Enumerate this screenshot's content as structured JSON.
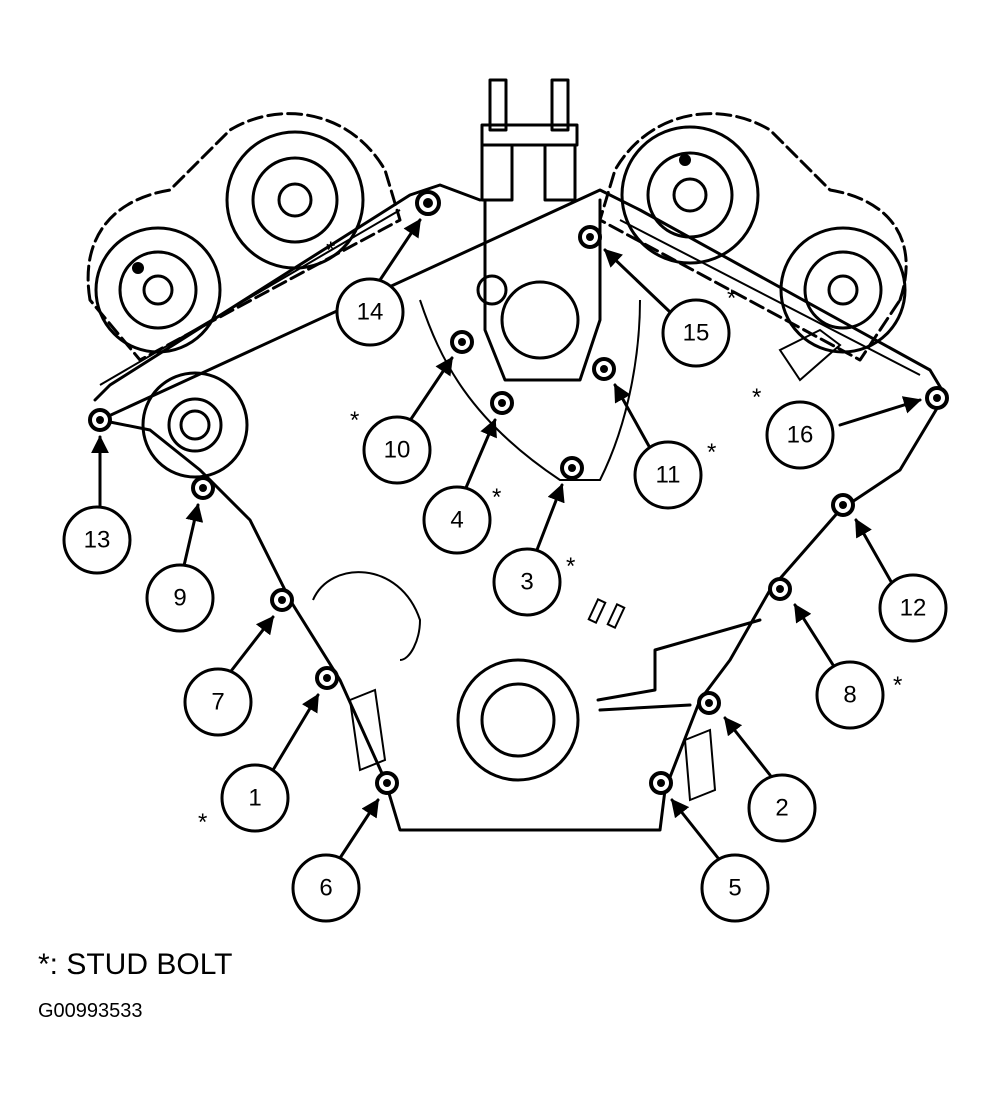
{
  "legend": "*: STUD BOLT",
  "figure_code": "G00993533",
  "callouts": [
    {
      "n": "1",
      "stud": true
    },
    {
      "n": "2",
      "stud": false
    },
    {
      "n": "3",
      "stud": true
    },
    {
      "n": "4",
      "stud": true
    },
    {
      "n": "5",
      "stud": false
    },
    {
      "n": "6",
      "stud": false
    },
    {
      "n": "7",
      "stud": false
    },
    {
      "n": "8",
      "stud": true
    },
    {
      "n": "9",
      "stud": false
    },
    {
      "n": "10",
      "stud": true
    },
    {
      "n": "11",
      "stud": true
    },
    {
      "n": "12",
      "stud": false
    },
    {
      "n": "13",
      "stud": false
    },
    {
      "n": "14",
      "stud": true
    },
    {
      "n": "15",
      "stud": true
    },
    {
      "n": "16",
      "stud": true
    }
  ],
  "colors": {
    "ink": "#000000",
    "paper": "#ffffff"
  }
}
